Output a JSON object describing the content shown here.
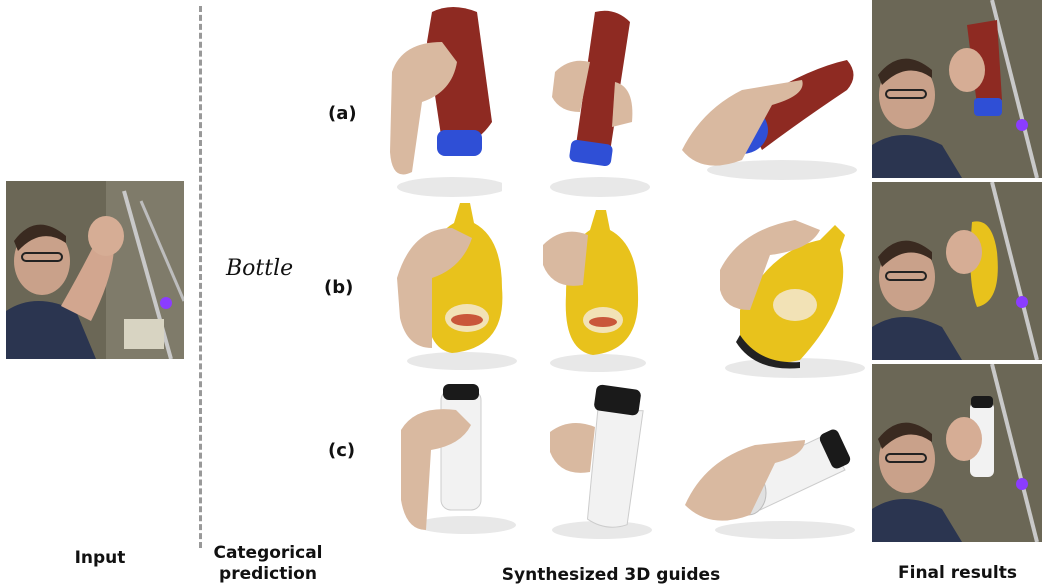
{
  "labels": {
    "input": "Input",
    "categorical": "Categorical prediction",
    "guides": "Synthesized 3D guides",
    "final": "Final results"
  },
  "category_word": "Bottle",
  "rows": [
    {
      "label": "(a)",
      "object": "ketchup-bottle",
      "color": "#8e2a22",
      "cap": "#2f4fd6"
    },
    {
      "label": "(b)",
      "object": "mustard-bottle",
      "color": "#e8c21c",
      "cap": "#e8c21c"
    },
    {
      "label": "(c)",
      "object": "water-bottle",
      "color": "#f2f2f2",
      "cap": "#1a1a1a"
    }
  ],
  "colors": {
    "skin": "#d9b9a0",
    "photo_bg": "#5a5547",
    "divider": "#999999"
  }
}
